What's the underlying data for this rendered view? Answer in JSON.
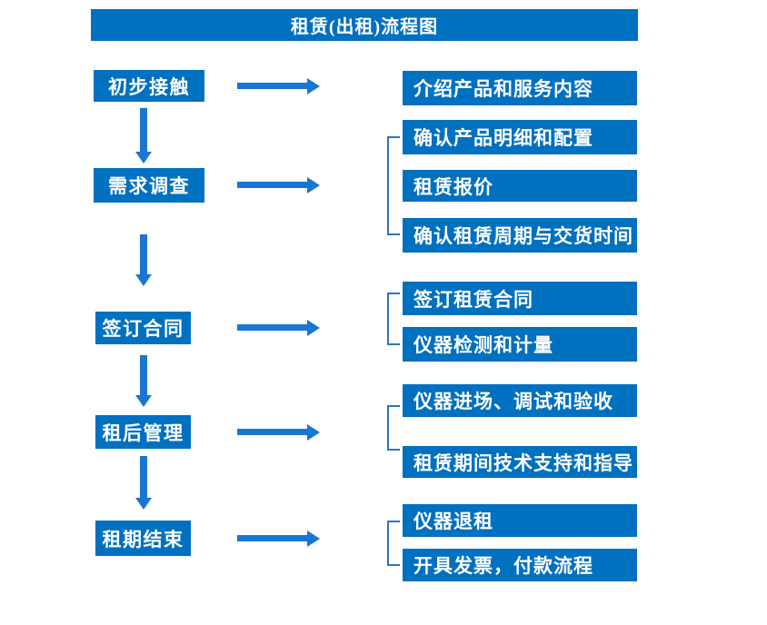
{
  "title": "租赁(出租)流程图",
  "colors": {
    "box_fill": "#0070C0",
    "arrow_fill": "#1976D2",
    "bracket_stroke": "#2E75B6",
    "text_color": "#FFFFFF",
    "bg_color": "#FFFFFF"
  },
  "steps": [
    {
      "label": "初步接触"
    },
    {
      "label": "需求调查"
    },
    {
      "label": "签订合同"
    },
    {
      "label": "租后管理"
    },
    {
      "label": "租期结束"
    }
  ],
  "details": [
    {
      "label": "介绍产品和服务内容"
    },
    {
      "label": "确认产品明细和配置"
    },
    {
      "label": "租赁报价"
    },
    {
      "label": "确认租赁周期与交货时间"
    },
    {
      "label": "签订租赁合同"
    },
    {
      "label": "仪器检测和计量"
    },
    {
      "label": "仪器进场、调试和验收"
    },
    {
      "label": "租赁期间技术支持和指导"
    },
    {
      "label": "仪器退租"
    },
    {
      "label": "开具发票，付款流程"
    }
  ],
  "connections": [
    {
      "step": 0,
      "details": [
        0
      ]
    },
    {
      "step": 1,
      "details": [
        1,
        2,
        3
      ]
    },
    {
      "step": 2,
      "details": [
        4,
        5
      ]
    },
    {
      "step": 3,
      "details": [
        6,
        7
      ]
    },
    {
      "step": 4,
      "details": [
        8,
        9
      ]
    }
  ]
}
